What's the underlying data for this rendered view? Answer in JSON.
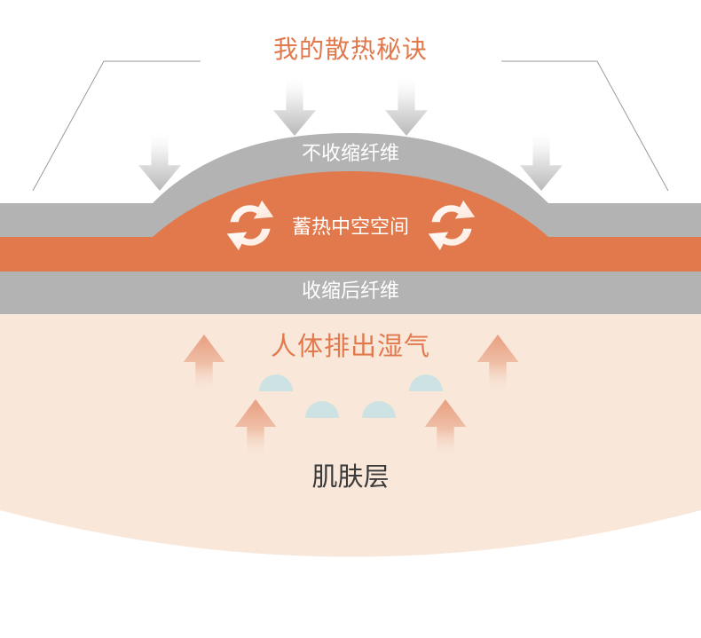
{
  "title": "我的散热秘诀",
  "layers": {
    "top_fiber": "不收缩纤维",
    "heat_space": "蓄热中空空间",
    "bottom_fiber": "收缩后纤维",
    "moisture": "人体排出湿气",
    "skin": "肌肤层"
  },
  "icons": {
    "down_arrows": "down-arrow-icon",
    "cycle_arrows": "cycle-arrows-icon",
    "up_arrows": "up-arrow-icon",
    "droplets": "moisture-droplet-icon"
  },
  "colors": {
    "accent_orange": "#e2794d",
    "fiber_gray": "#b3b3b3",
    "skin_peach": "#f9e7da",
    "droplet_blue": "#cde3e3",
    "text_dark": "#3a3a3a"
  }
}
